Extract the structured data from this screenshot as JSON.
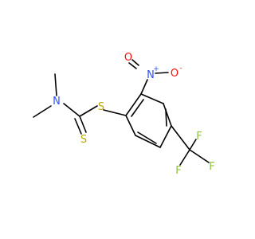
{
  "molecule": {
    "atoms": {
      "nitro_n": "N",
      "nitro_o_double": "O",
      "nitro_o_single": "O",
      "amine_n": "N",
      "thione_s": "S",
      "thioether_s": "S",
      "f_top": "F",
      "f_left": "F",
      "f_right": "F"
    },
    "charges": {
      "nitro_n": "+",
      "nitro_o_single": "-"
    },
    "colors": {
      "nitrogen": "#3050F8",
      "oxygen": "#FF0D0D",
      "sulfur": "#B8A800",
      "fluorine": "#90C040",
      "carbon_bond": "#000000"
    }
  }
}
